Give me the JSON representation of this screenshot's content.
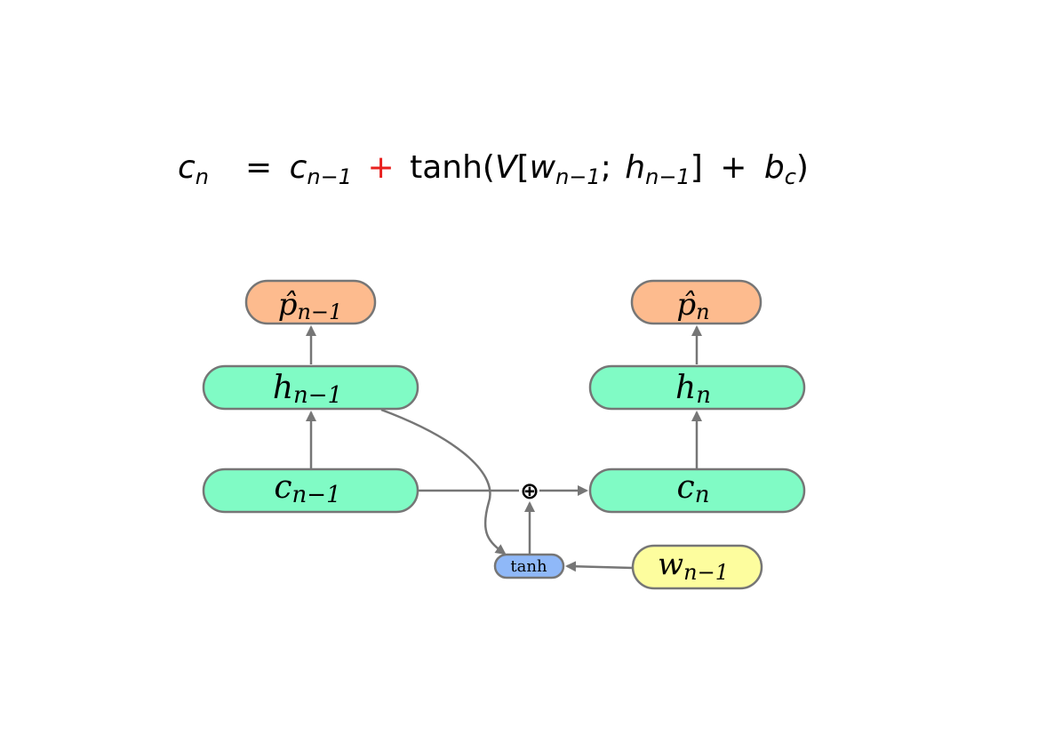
{
  "equation": {
    "lhs": "c",
    "lhs_sub": "n",
    "equals": "=",
    "term1": "c",
    "term1_sub": "n−1",
    "plus_red": "+",
    "fn": "tanh(",
    "matrix": "V",
    "bracket_open": "[",
    "w": "w",
    "w_sub": "n−1",
    "semicolon": ";",
    "h": "h",
    "h_sub": "n−1",
    "bracket_close": "]",
    "plus": "+",
    "b": "b",
    "b_sub": "c",
    "paren_close": ")",
    "plus_color": "#e8201e"
  },
  "nodes": {
    "p_prev": {
      "main": "p̂",
      "sub": "n−1"
    },
    "p_cur": {
      "main": "p̂",
      "sub": "n"
    },
    "h_prev": {
      "main": "h",
      "sub": "n−1"
    },
    "h_cur": {
      "main": "h",
      "sub": "n"
    },
    "c_prev": {
      "main": "c",
      "sub": "n−1"
    },
    "c_cur": {
      "main": "c",
      "sub": "n"
    },
    "w_prev": {
      "main": "w",
      "sub": "n−1"
    },
    "tanh": "tanh",
    "plus_op": "⊕"
  },
  "colors": {
    "orange": "#fdbb8e",
    "green": "#80fbc5",
    "yellow": "#fdfd9e",
    "blue": "#8fb8f8",
    "stroke": "#767676"
  }
}
